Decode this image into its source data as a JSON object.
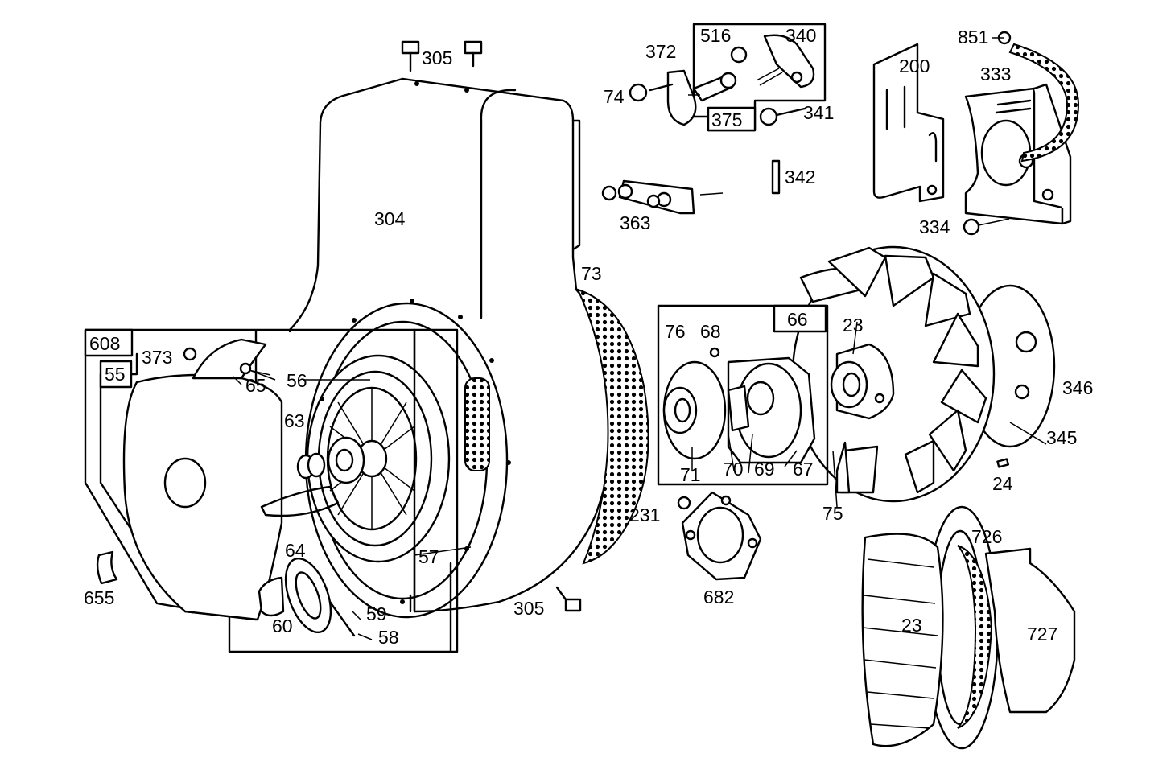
{
  "diagram": {
    "labels": {
      "l304": "304",
      "l305a": "305",
      "l305b": "305",
      "l372": "372",
      "l516": "516",
      "l340": "340",
      "l74": "74",
      "l375": "375",
      "l341": "341",
      "l342": "342",
      "l363": "363",
      "l851": "851",
      "l200": "200",
      "l333": "333",
      "l334": "334",
      "l73": "73",
      "l608": "608",
      "l55": "55",
      "l373": "373",
      "l65": "65",
      "l56": "56",
      "l63": "63",
      "l64": "64",
      "l57": "57",
      "l60": "60",
      "l59": "59",
      "l58": "58",
      "l655": "655",
      "l66": "66",
      "l76": "76",
      "l68": "68",
      "l71": "71",
      "l70": "70",
      "l69": "69",
      "l67": "67",
      "l231": "231",
      "l682": "682",
      "l23a": "23",
      "l346": "346",
      "l345": "345",
      "l24": "24",
      "l75": "75",
      "l726": "726",
      "l23b": "23",
      "l727": "727"
    }
  }
}
